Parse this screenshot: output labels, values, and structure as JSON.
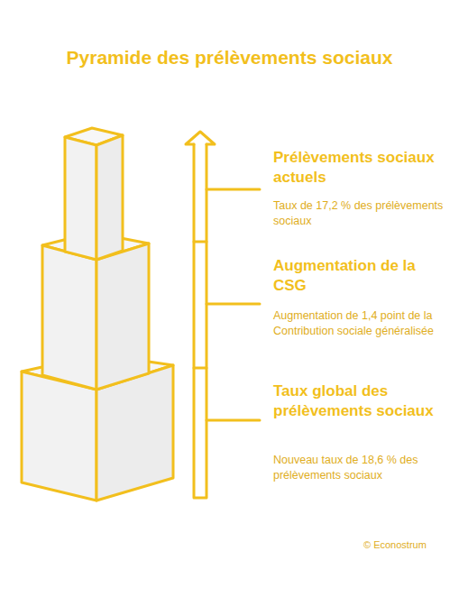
{
  "diagram": {
    "title": "Pyramide des prélèvements sociaux",
    "labels": [
      "Prélèvements sociaux actuels",
      "Taux de 17,2 % des prélèvements sociaux",
      "Augmentation de la CSG",
      "Augmentation de 1,4 point de la Contribution sociale généralisée",
      "Taux global des prélèvements sociaux",
      "Nouveau taux de 18,6 % des prélèvements sociaux",
      "© Econostrum"
    ]
  }
}
